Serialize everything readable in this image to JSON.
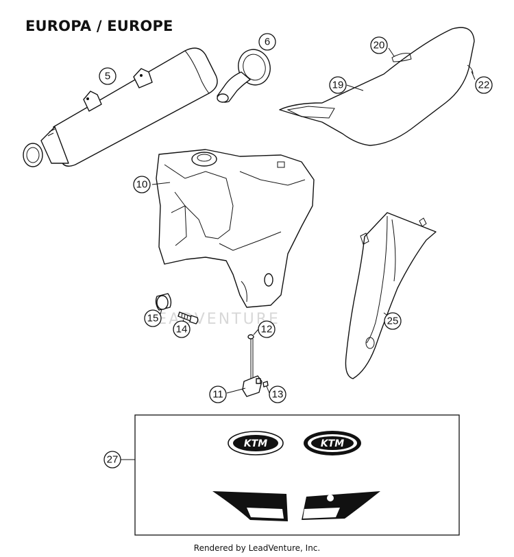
{
  "header": {
    "title": "EUROPA / EUROPE"
  },
  "footer": {
    "credit": "Rendered by LeadVenture, Inc."
  },
  "watermark": {
    "text": "LEADVENTURE"
  },
  "callouts": {
    "c5": "5",
    "c6": "6",
    "c10": "10",
    "c11": "11",
    "c12": "12",
    "c13": "13",
    "c14": "14",
    "c15": "15",
    "c19": "19",
    "c20": "20",
    "c22": "22",
    "c25": "25",
    "c27": "27"
  },
  "decals": {
    "logo_left": "KTM",
    "logo_right": "KTM"
  }
}
